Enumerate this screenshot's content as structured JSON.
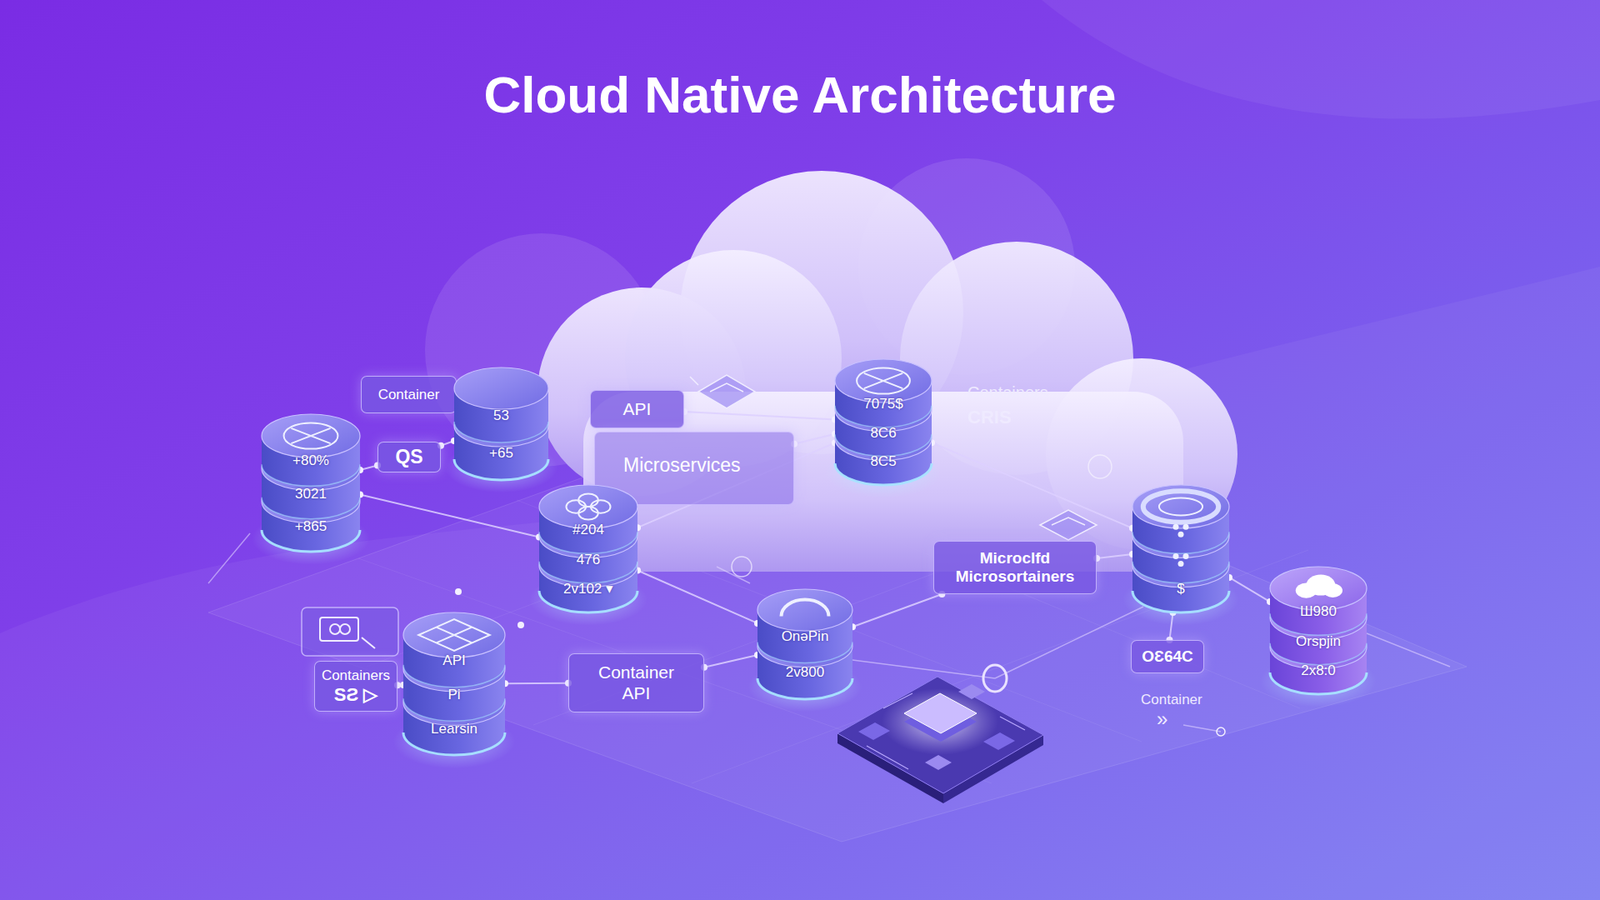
{
  "diagram": {
    "title": "Cloud Native Architecture",
    "nodes": [
      {
        "text": [
          "Container"
        ]
      },
      {
        "text": [
          "53",
          "+65"
        ]
      },
      {
        "text": [
          "API"
        ]
      },
      {
        "text": [
          "7075$",
          "8C6",
          "8C5"
        ]
      },
      {
        "text": [
          "+80%",
          "3021",
          "+865"
        ]
      },
      {
        "text": [
          "QS"
        ]
      },
      {
        "text": [
          "Microservices"
        ]
      },
      {
        "text": [
          "#204",
          "476",
          "2v102 ▾"
        ]
      },
      {
        "text": [
          "$"
        ]
      },
      {
        "text": [
          "Microclfd Microsortainers"
        ]
      },
      {
        "text": [
          "Ш980",
          "Orspjin",
          "2x8:0"
        ]
      },
      {
        "text": [
          "OnəPin",
          "2v800"
        ]
      },
      {
        "text": [
          "OƐ64C"
        ]
      },
      {
        "text": [
          "Container API"
        ]
      },
      {
        "text": [
          "API",
          "Pi",
          "Learsin"
        ]
      },
      {
        "text": [
          "Containers",
          "SƧ ▷"
        ]
      }
    ],
    "edges": [
      {
        "from": 4,
        "to": 5,
        "arrow": "none"
      },
      {
        "from": 5,
        "to": 1,
        "arrow": "none"
      },
      {
        "from": 2,
        "to": 3,
        "arrow": "none"
      },
      {
        "from": 6,
        "to": 3,
        "arrow": "none"
      },
      {
        "from": 4,
        "to": 7,
        "arrow": "none"
      },
      {
        "from": 7,
        "to": 3,
        "arrow": "none"
      },
      {
        "from": 3,
        "to": 8,
        "arrow": "none"
      },
      {
        "from": 7,
        "to": 11,
        "arrow": "none"
      },
      {
        "from": 11,
        "to": 9,
        "arrow": "none"
      },
      {
        "from": 9,
        "to": 8,
        "arrow": "none"
      },
      {
        "from": 8,
        "to": 10,
        "arrow": "none"
      },
      {
        "from": 8,
        "to": 12,
        "arrow": "none"
      },
      {
        "from": 15,
        "to": 14,
        "arrow": "none"
      },
      {
        "from": 14,
        "to": 13,
        "arrow": "none"
      },
      {
        "from": 13,
        "to": 11,
        "arrow": "none"
      }
    ],
    "labels": [
      "Containers",
      "CRIS",
      "Container",
      "»"
    ]
  }
}
